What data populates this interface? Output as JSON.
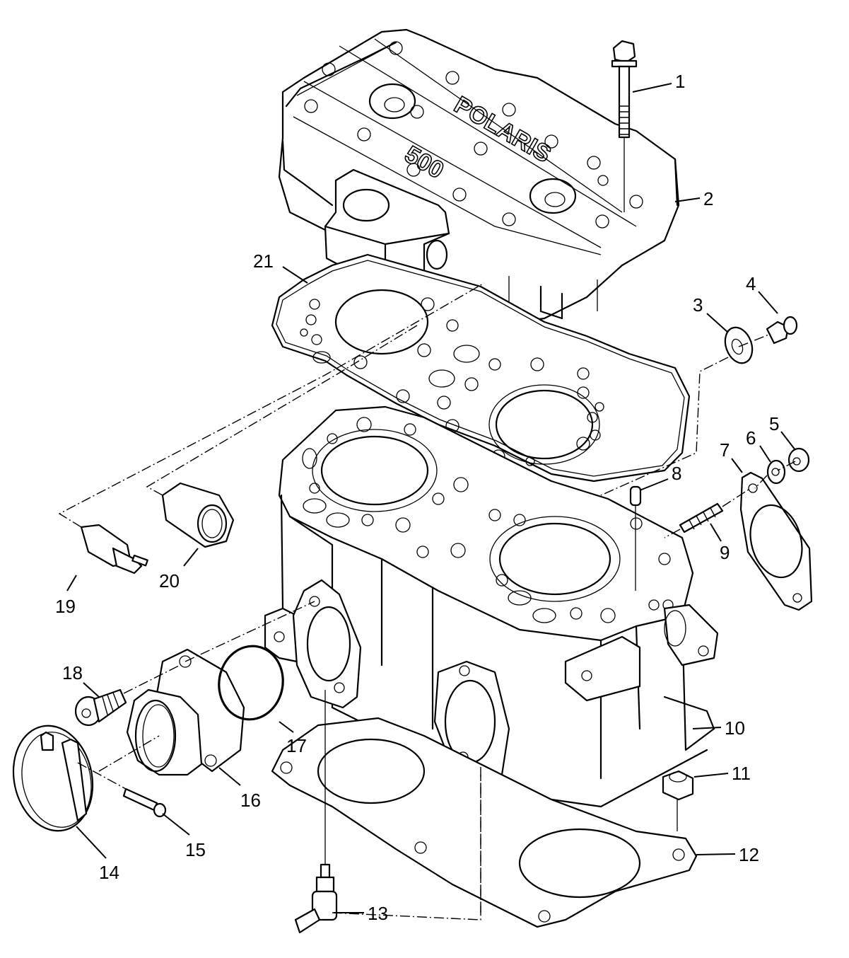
{
  "diagram": {
    "type": "exploded-parts-view",
    "subject": "engine cylinder, cylinder head and related parts",
    "cover_embossing": {
      "brand_text": "POLARIS",
      "model_text": "500"
    },
    "callouts": [
      {
        "number": "1",
        "part": "head-bolt"
      },
      {
        "number": "2",
        "part": "cylinder-head-cover"
      },
      {
        "number": "3",
        "part": "washer"
      },
      {
        "number": "4",
        "part": "drain-bolt"
      },
      {
        "number": "5",
        "part": "nut"
      },
      {
        "number": "6",
        "part": "lock-washer"
      },
      {
        "number": "7",
        "part": "exhaust-gasket"
      },
      {
        "number": "8",
        "part": "dowel-pin"
      },
      {
        "number": "9",
        "part": "stud"
      },
      {
        "number": "10",
        "part": "cylinder"
      },
      {
        "number": "11",
        "part": "flange-nut"
      },
      {
        "number": "12",
        "part": "base-gasket"
      },
      {
        "number": "13",
        "part": "elbow-fitting"
      },
      {
        "number": "14",
        "part": "clamp"
      },
      {
        "number": "15",
        "part": "clamp-screw"
      },
      {
        "number": "16",
        "part": "intake-adapter"
      },
      {
        "number": "17",
        "part": "o-ring"
      },
      {
        "number": "18",
        "part": "socket-head-bolt"
      },
      {
        "number": "19",
        "part": "temperature-sensor"
      },
      {
        "number": "20",
        "part": "sleeve-fitting"
      },
      {
        "number": "21",
        "part": "head-gasket"
      }
    ]
  }
}
